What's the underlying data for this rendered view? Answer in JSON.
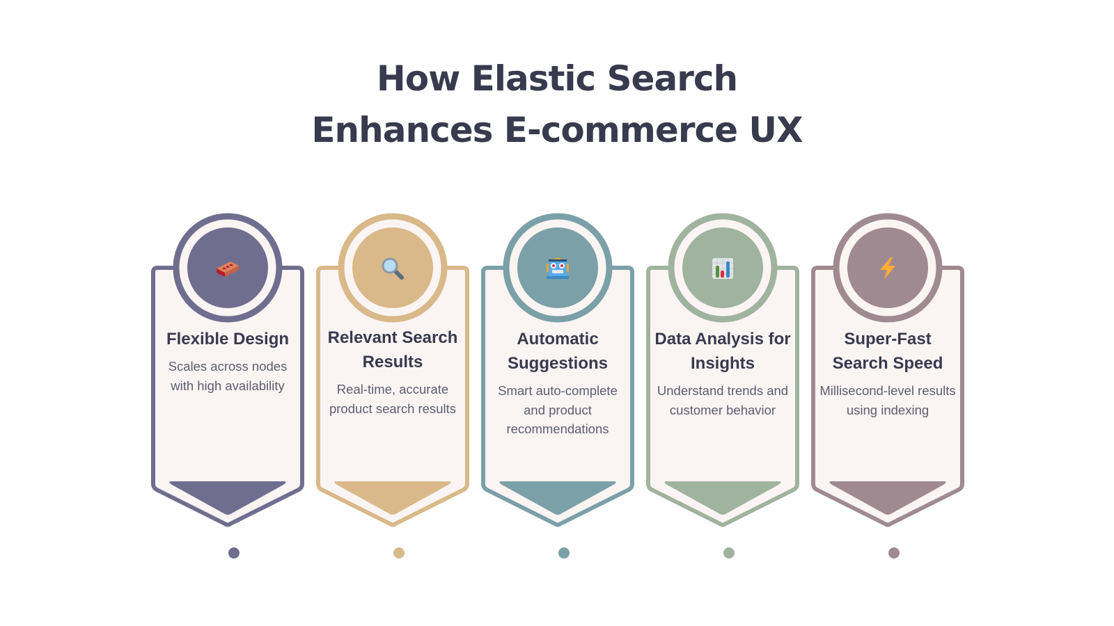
{
  "title": {
    "line1": "How Elastic Search",
    "line2": "Enhances E-commerce UX"
  },
  "colors": {
    "title_text": "#383a4e",
    "body_text": "#5c5e70",
    "card_fill": "#faf4f3",
    "background": "#ffffff"
  },
  "cards": [
    {
      "title": "Flexible Design",
      "description": "Scales across nodes with high availability",
      "icon": "brick-icon",
      "accent": "#6f6e8f"
    },
    {
      "title": "Relevant Search Results",
      "description": "Real-time, accurate product search results",
      "icon": "magnifying-glass-icon",
      "accent": "#d9b98a"
    },
    {
      "title": "Automatic Suggestions",
      "description": "Smart auto-complete and product recommendations",
      "icon": "robot-icon",
      "accent": "#7ba0a7"
    },
    {
      "title": "Data Analysis for Insights",
      "description": "Understand trends and customer behavior",
      "icon": "bar-chart-icon",
      "accent": "#a0b39f"
    },
    {
      "title": "Super-Fast Search Speed",
      "description": "Millisecond-level results using indexing",
      "icon": "lightning-icon",
      "accent": "#9f8a92"
    }
  ]
}
